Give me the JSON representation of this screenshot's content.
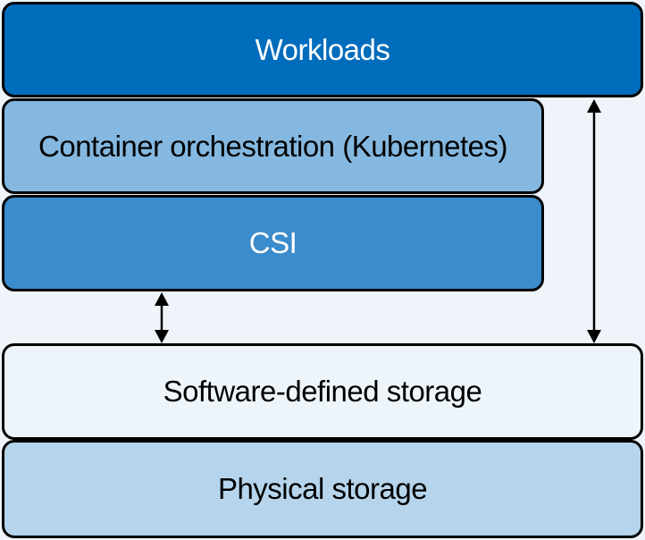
{
  "layers": {
    "workloads": "Workloads",
    "orchestration": "Container orchestration (Kubernetes)",
    "csi": "CSI",
    "software_storage": "Software-defined storage",
    "physical_storage": "Physical storage"
  },
  "colors": {
    "workloads": "#006cbc",
    "orchestration": "#84b8e0",
    "csi": "#3b8ccc",
    "software_storage": "#eef5fa",
    "physical_storage": "#b6d5ec",
    "background": "#eef4f9"
  }
}
